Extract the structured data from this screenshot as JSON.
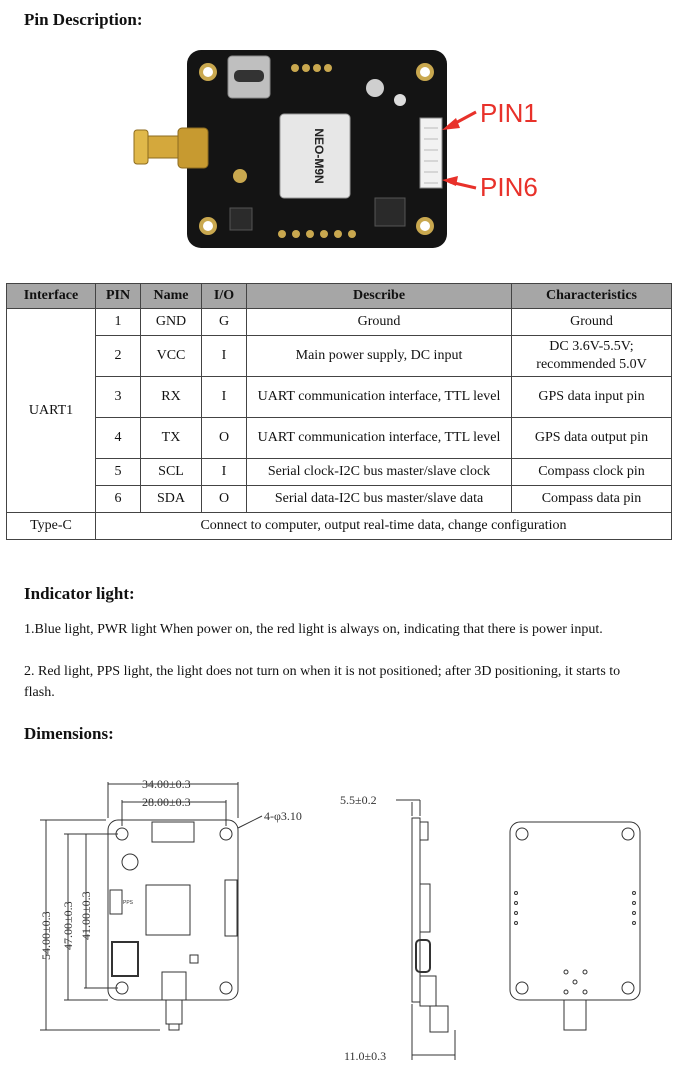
{
  "headings": {
    "pin": "Pin Description:",
    "indicator": "Indicator light:",
    "dimensions": "Dimensions:"
  },
  "photo": {
    "module_label": "NEO-M9N",
    "pin1": "PIN1",
    "pin6": "PIN6",
    "arrow_color": "#e8312a",
    "board_color": "#111111"
  },
  "table": {
    "headers": [
      "Interface",
      "PIN",
      "Name",
      "I/O",
      "Describe",
      "Characteristics"
    ],
    "group": "UART1",
    "rows": [
      {
        "pin": "1",
        "name": "GND",
        "io": "G",
        "describe": "Ground",
        "char": "Ground"
      },
      {
        "pin": "2",
        "name": "VCC",
        "io": "I",
        "describe": "Main power supply, DC input",
        "char": "DC 3.6V-5.5V; recommended 5.0V"
      },
      {
        "pin": "3",
        "name": "RX",
        "io": "I",
        "describe": "UART communication interface, TTL level",
        "char": "GPS data input pin"
      },
      {
        "pin": "4",
        "name": "TX",
        "io": "O",
        "describe": "UART communication interface, TTL level",
        "char": "GPS data output pin"
      },
      {
        "pin": "5",
        "name": "SCL",
        "io": "I",
        "describe": "Serial clock-I2C bus master/slave clock",
        "char": "Compass clock pin"
      },
      {
        "pin": "6",
        "name": "SDA",
        "io": "O",
        "describe": "Serial data-I2C bus master/slave data",
        "char": "Compass data pin"
      }
    ],
    "typec": {
      "interface": "Type-C",
      "describe": "Connect to computer, output real-time data, change configuration"
    },
    "header_bg": "#a6a6a6"
  },
  "indicator": {
    "line1": "1.Blue light, PWR light When power on, the red light is always on, indicating that there is power input.",
    "line2": "2. Red light, PPS light, the light does not turn on when it is not positioned; after 3D positioning, it starts to flash."
  },
  "dimensions": {
    "width_outer": "34.00±0.3",
    "width_inner": "28.00±0.3",
    "hole": "4-φ3.10",
    "height_outer": "54.00±0.3",
    "height_mid": "47.00±0.3",
    "height_inner": "41.00±0.3",
    "thickness": "5.5±0.2",
    "depth": "11.0±0.3",
    "pps": "PPS"
  }
}
